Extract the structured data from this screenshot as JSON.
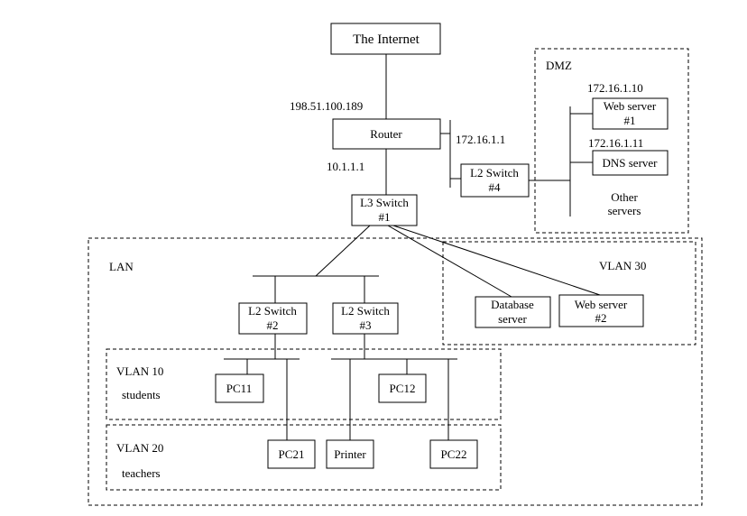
{
  "nodes": {
    "internet": {
      "label": "The Internet"
    },
    "router": {
      "label": "Router"
    },
    "l3_switch_1": {
      "line1": "L3 Switch",
      "line2": "#1"
    },
    "l2_switch_4": {
      "line1": "L2 Switch",
      "line2": "#4"
    },
    "web_server_1": {
      "line1": "Web server",
      "line2": "#1"
    },
    "dns_server": {
      "label": "DNS server"
    },
    "other_servers": {
      "line1": "Other",
      "line2": "servers"
    },
    "l2_switch_2": {
      "line1": "L2 Switch",
      "line2": "#2"
    },
    "l2_switch_3": {
      "line1": "L2 Switch",
      "line2": "#3"
    },
    "database_server": {
      "line1": "Database",
      "line2": "server"
    },
    "web_server_2": {
      "line1": "Web server",
      "line2": "#2"
    },
    "pc11": {
      "label": "PC11"
    },
    "pc12": {
      "label": "PC12"
    },
    "pc21": {
      "label": "PC21"
    },
    "printer": {
      "label": "Printer"
    },
    "pc22": {
      "label": "PC22"
    }
  },
  "addresses": {
    "router_wan": "198.51.100.189",
    "router_lan": "10.1.1.1",
    "router_dmz": "172.16.1.1",
    "web_server_1": "172.16.1.10",
    "dns_server": "172.16.1.11"
  },
  "zones": {
    "dmz": {
      "label": "DMZ"
    },
    "lan": {
      "label": "LAN"
    },
    "vlan30": {
      "label": "VLAN 30"
    },
    "vlan10": {
      "label": "VLAN 10",
      "sublabel": "students"
    },
    "vlan20": {
      "label": "VLAN 20",
      "sublabel": "teachers"
    }
  }
}
